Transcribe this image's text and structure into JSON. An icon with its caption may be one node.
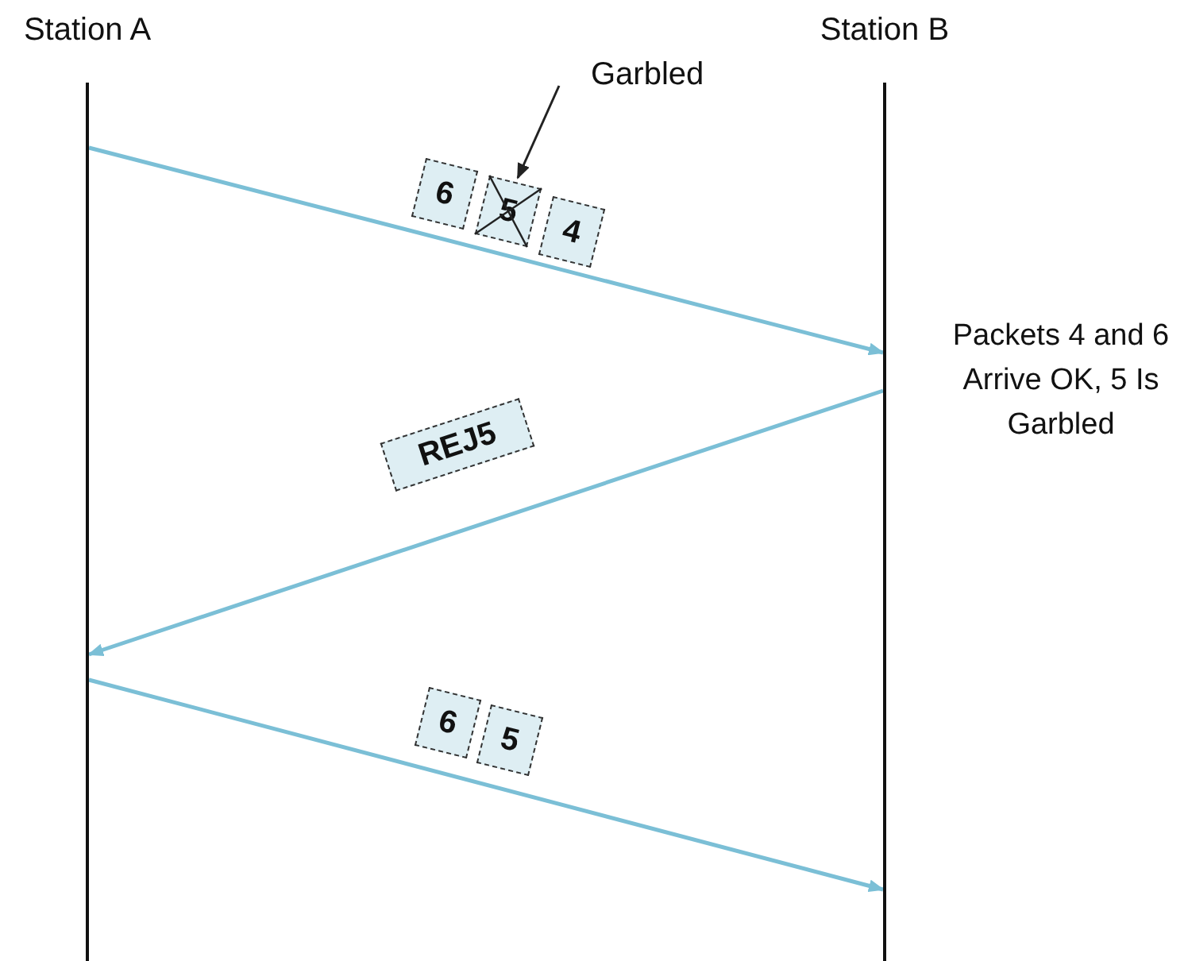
{
  "diagram": {
    "nodes": [
      {
        "text": [
          "Station A"
        ]
      },
      {
        "text": [
          "Station B"
        ]
      },
      {
        "text": [
          "6"
        ]
      },
      {
        "text": [
          "5"
        ]
      },
      {
        "text": [
          "4"
        ]
      },
      {
        "text": [
          "Garbled"
        ]
      },
      {
        "text": [
          "REJ5"
        ]
      },
      {
        "text": [
          "6"
        ]
      },
      {
        "text": [
          "5"
        ]
      }
    ],
    "edges": [
      {
        "from": 0,
        "to": 1,
        "arrow": "to"
      },
      {
        "from": 1,
        "to": 0,
        "arrow": "to"
      },
      {
        "from": 0,
        "to": 1,
        "arrow": "to"
      },
      {
        "from": 5,
        "to": 3,
        "arrow": "to",
        "color": "#222222"
      }
    ],
    "labels": [
      "Packets 4 and 6 Arrive OK, 5 Is Garbled"
    ]
  }
}
